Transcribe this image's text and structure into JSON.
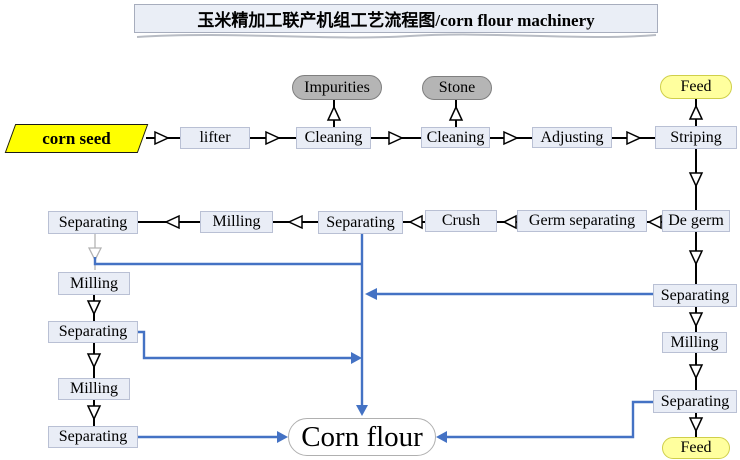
{
  "title": "玉米精加工联产机组工艺流程图/corn flour machinery",
  "colors": {
    "connector_blue": "#4472c4",
    "connector_black": "#000000",
    "process_box_fill": "#e9edf6",
    "process_box_border": "#b9c0d4",
    "byproduct_fill": "#b5b5b5",
    "feed_fill": "#ffff9e",
    "corn_seed_fill": "#ffff00",
    "output_fill": "#ffffff"
  },
  "nodes": {
    "corn_seed": "corn seed",
    "lifter": "lifter",
    "cleaning_1": "Cleaning",
    "cleaning_2": "Cleaning",
    "adjusting": "Adjusting",
    "striping": "Striping",
    "impurities": "Impurities",
    "stone": "Stone",
    "feed_top": "Feed",
    "separating_1": "Separating",
    "milling_1": "Milling",
    "separating_2": "Separating",
    "crush": "Crush",
    "germ_separating": "Germ separating",
    "de_germ": "De germ",
    "milling_2": "Milling",
    "separating_3": "Separating",
    "milling_3": "Milling",
    "separating_4": "Separating",
    "separating_5": "Separating",
    "milling_4": "Milling",
    "separating_6": "Separating",
    "feed_bottom": "Feed",
    "corn_flour": "Corn flour"
  }
}
